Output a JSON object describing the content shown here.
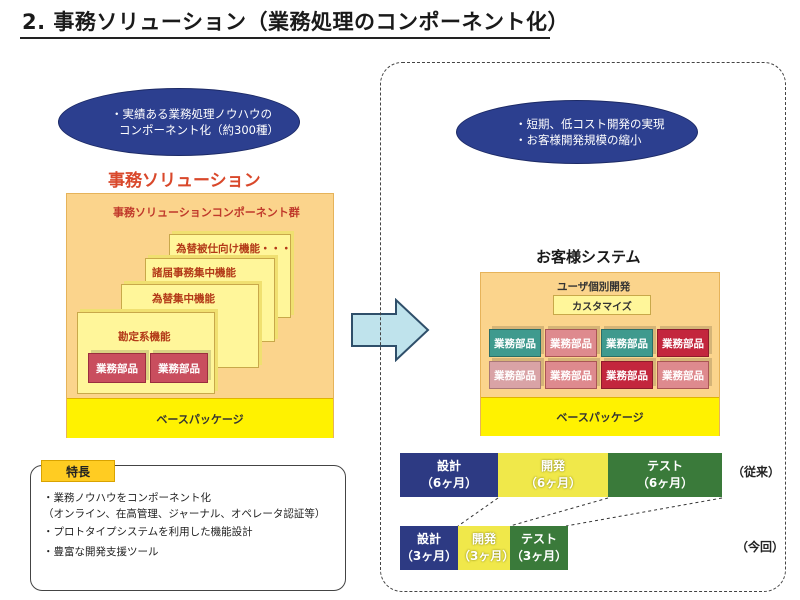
{
  "title": "2. 事務ソリューション（業務処理のコンポーネント化）",
  "left": {
    "oval_lines": [
      "・実績ある業務処理ノウハウの",
      "コンポーネント化（約300種）"
    ],
    "heading": "事務ソリューション",
    "group_label": "事務ソリューションコンポーネント群",
    "cards": [
      "為替被仕向け機能・・・",
      "諸届事務集中機能",
      "為替集中機能",
      "勘定系機能"
    ],
    "parts": [
      "業務部品",
      "業務部品"
    ],
    "base_label": "ベースパッケージ"
  },
  "right": {
    "oval_lines": [
      "・短期、低コスト開発の実現",
      "・お客様開発規模の縮小"
    ],
    "heading": "お客様システム",
    "user_dev_label": "ユーザ個別開発",
    "customize_label": "カスタマイズ",
    "parts": [
      "業務部品",
      "業務部品",
      "業務部品",
      "業務部品",
      "業務部品",
      "業務部品",
      "業務部品",
      "業務部品"
    ],
    "base_label": "ベースパッケージ"
  },
  "features": {
    "tag": "特長",
    "lines": [
      "・業務ノウハウをコンポーネント化",
      "（オンライン、在高管理、ジャーナル、オペレータ認証等）",
      "・プロトタイプシステムを利用した機能設計",
      "・豊富な開発支援ツール"
    ]
  },
  "schedule": {
    "previous": {
      "note": "（従来）",
      "blocks": [
        {
          "name": "設計",
          "duration": "（6ヶ月）"
        },
        {
          "name": "開発",
          "duration": "（6ヶ月）"
        },
        {
          "name": "テスト",
          "duration": "（6ヶ月）"
        }
      ]
    },
    "current": {
      "note": "（今回）",
      "blocks": [
        {
          "name": "設計",
          "duration": "（3ヶ月）"
        },
        {
          "name": "開発",
          "duration": "（3ヶ月）"
        },
        {
          "name": "テスト",
          "duration": "（3ヶ月）"
        }
      ]
    }
  },
  "colors": {
    "oval": "#2c3f8f",
    "heading_red": "#d9482b",
    "orange": "#fbd48c",
    "yellow": "#fff200",
    "arrow": "#bfe3ec"
  }
}
